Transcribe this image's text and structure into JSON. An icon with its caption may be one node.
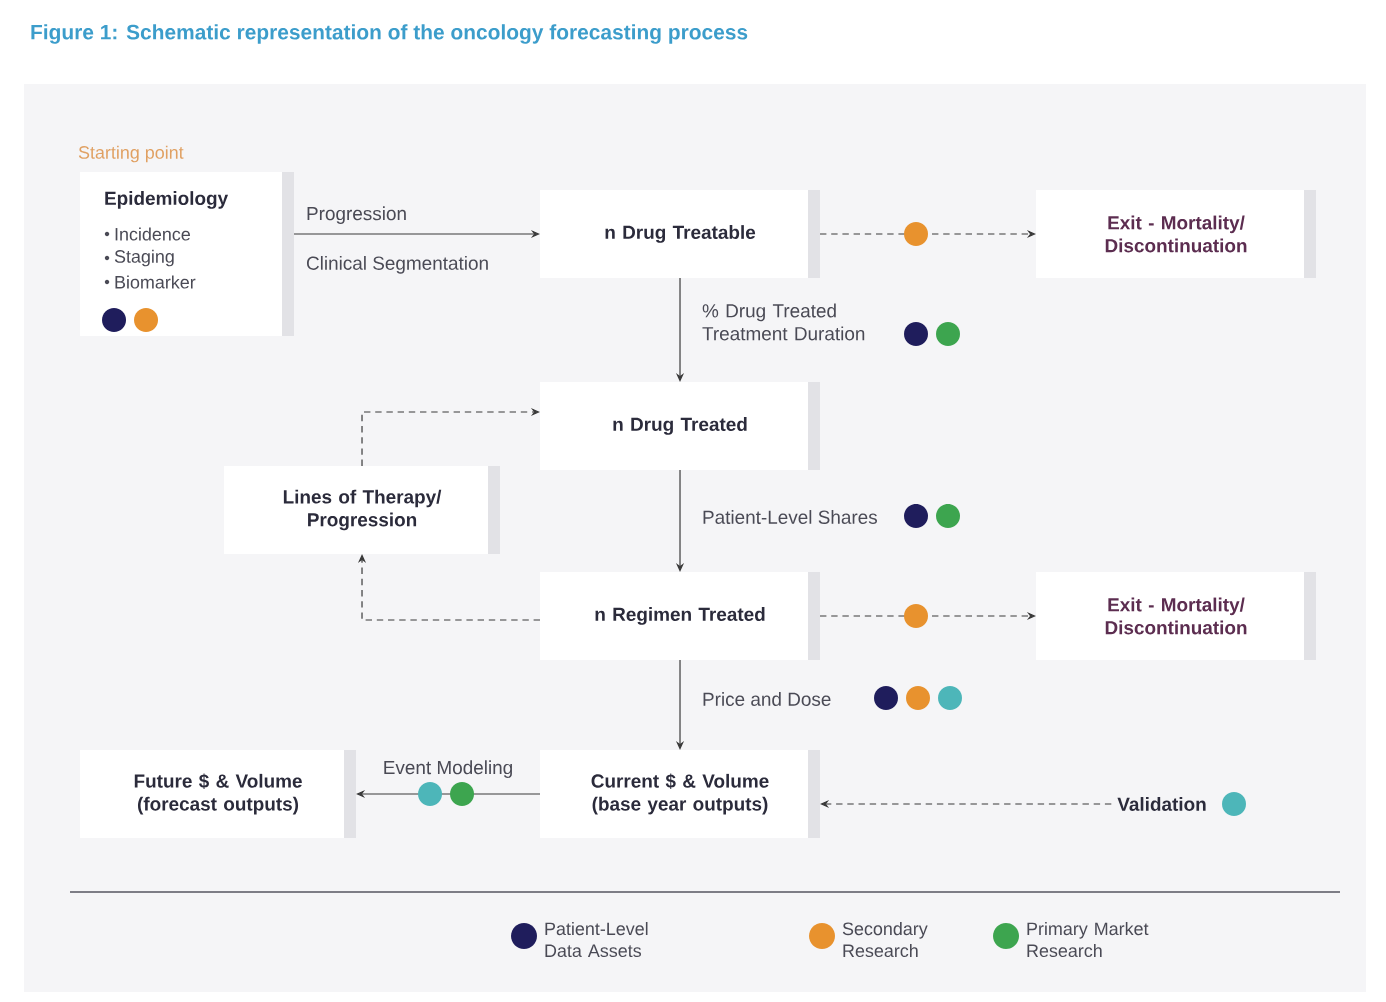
{
  "diagram": {
    "title": "Figure 1: Schematic representation of the oncology forecasting process",
    "nodes": [
      {
        "text": [
          "Starting point",
          "Epidemiology",
          "Incidence",
          "Staging",
          "Biomarker"
        ]
      },
      {
        "text": [
          "n Drug Treatable"
        ]
      },
      {
        "text": [
          "Exit - Mortality/ Discontinuation"
        ]
      },
      {
        "text": [
          "n Drug Treated"
        ]
      },
      {
        "text": [
          "Lines of Therapy/ Progression"
        ]
      },
      {
        "text": [
          "n Regimen Treated"
        ]
      },
      {
        "text": [
          "Exit - Mortality/ Discontinuation"
        ]
      },
      {
        "text": [
          "Future $ & Volume (forecast outputs)"
        ]
      },
      {
        "text": [
          "Current $ & Volume (base year outputs)"
        ]
      },
      {
        "text": [
          "Validation"
        ]
      }
    ],
    "edges": [
      {
        "from": 0,
        "to": 1,
        "arrow": "to",
        "label": "Progression"
      },
      {
        "from": 1,
        "to": 2,
        "arrow": "to",
        "style": "dashed"
      },
      {
        "from": 1,
        "to": 3,
        "arrow": "to",
        "label": "% Drug Treated Treatment Duration"
      },
      {
        "from": 4,
        "to": 3,
        "arrow": "to",
        "style": "dashed"
      },
      {
        "from": 3,
        "to": 5,
        "arrow": "to",
        "label": "Patient-Level Shares"
      },
      {
        "from": 5,
        "to": 4,
        "arrow": "to",
        "style": "dashed"
      },
      {
        "from": 5,
        "to": 6,
        "arrow": "to",
        "style": "dashed"
      },
      {
        "from": 5,
        "to": 8,
        "arrow": "to",
        "label": "Price and Dose"
      },
      {
        "from": 8,
        "to": 7,
        "arrow": "to",
        "label": "Event Modeling"
      },
      {
        "from": 9,
        "to": 8,
        "arrow": "to",
        "style": "dashed"
      }
    ],
    "labels": [
      "Clinical Segmentation"
    ],
    "legend": [
      {
        "text": "Patient-Level Data Assets",
        "color": "#1f1d5c"
      },
      {
        "text": "Secondary Research",
        "color": "#e8922e"
      },
      {
        "text": "Primary Market Research",
        "color": "#3da54f"
      }
    ]
  }
}
